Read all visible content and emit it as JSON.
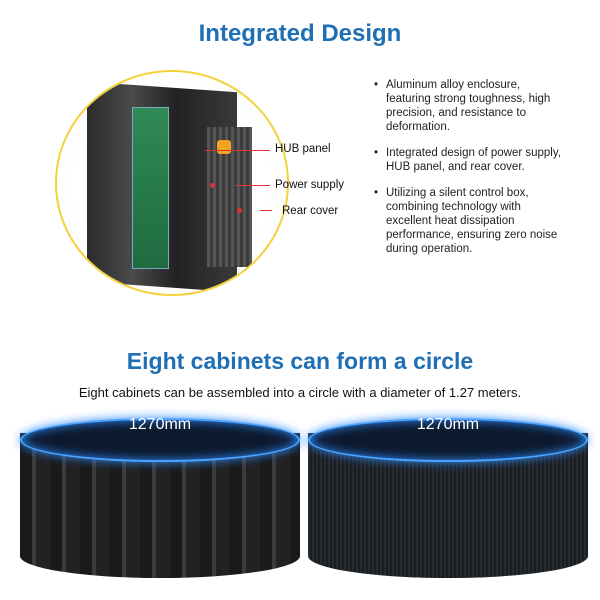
{
  "section1": {
    "title": "Integrated Design",
    "callouts": [
      "HUB panel",
      "Power supply",
      "Rear cover"
    ],
    "bullets": [
      "Aluminum alloy enclosure, featuring strong toughness, high precision, and resistance to deformation.",
      "Integrated design of power supply, HUB panel, and rear cover.",
      "Utilizing a silent control box, combining technology with excellent heat dissipation performance, ensuring zero noise during operation."
    ]
  },
  "section2": {
    "title": "Eight cabinets can form a circle",
    "subtitle": "Eight cabinets can be assembled into a circle with a diameter of 1.27 meters.",
    "diameter_labels": [
      "1270mm",
      "1270mm"
    ]
  },
  "colors": {
    "accent": "#1f6fb4",
    "ring": "#f3d23a",
    "leader": "#dd3333"
  }
}
